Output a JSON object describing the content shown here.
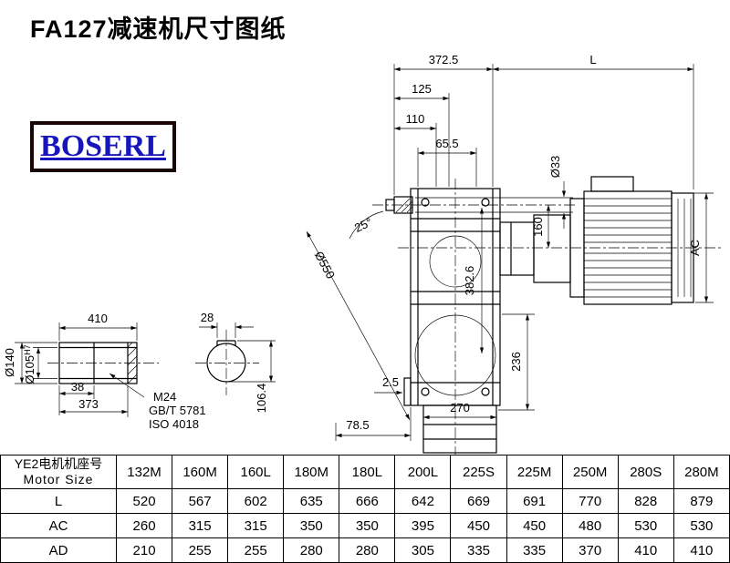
{
  "page": {
    "title": "FA127减速机尺寸图纸",
    "logo": "BOSERL"
  },
  "drawing": {
    "dims": {
      "top_width": "372.5",
      "motor_length": "L",
      "d125": "125",
      "d110": "110",
      "d65_5": "65.5",
      "shaft_dia": "Ø33",
      "d160": "160",
      "swing_dia": "Ø550",
      "d382_6": "382.6",
      "angle": "25°",
      "motor_height": "AC",
      "d236": "236",
      "d2_5": "2.5",
      "d78_5": "78.5",
      "d270": "270",
      "shaft_len": "410",
      "outer_dia": "Ø140",
      "bore_dia": "Ø105",
      "bore_tol": "H7",
      "d38": "38",
      "d373": "373",
      "bolt": "M24",
      "bolt_std": "GB/T 5781",
      "bolt_iso": "ISO 4018",
      "key_w": "28",
      "d106_4": "106.4"
    }
  },
  "table": {
    "header_cn": "YE2电机机座号",
    "header_en": "Motor Size",
    "columns": [
      "132M",
      "160M",
      "160L",
      "180M",
      "180L",
      "200L",
      "225S",
      "225M",
      "250M",
      "280S",
      "280M"
    ],
    "rows": [
      {
        "label": "L",
        "values": [
          520,
          567,
          602,
          635,
          666,
          642,
          669,
          691,
          770,
          828,
          879
        ]
      },
      {
        "label": "AC",
        "values": [
          260,
          315,
          315,
          350,
          350,
          395,
          450,
          450,
          480,
          530,
          530
        ]
      },
      {
        "label": "AD",
        "values": [
          210,
          255,
          255,
          280,
          280,
          305,
          335,
          335,
          370,
          410,
          410
        ]
      }
    ]
  }
}
